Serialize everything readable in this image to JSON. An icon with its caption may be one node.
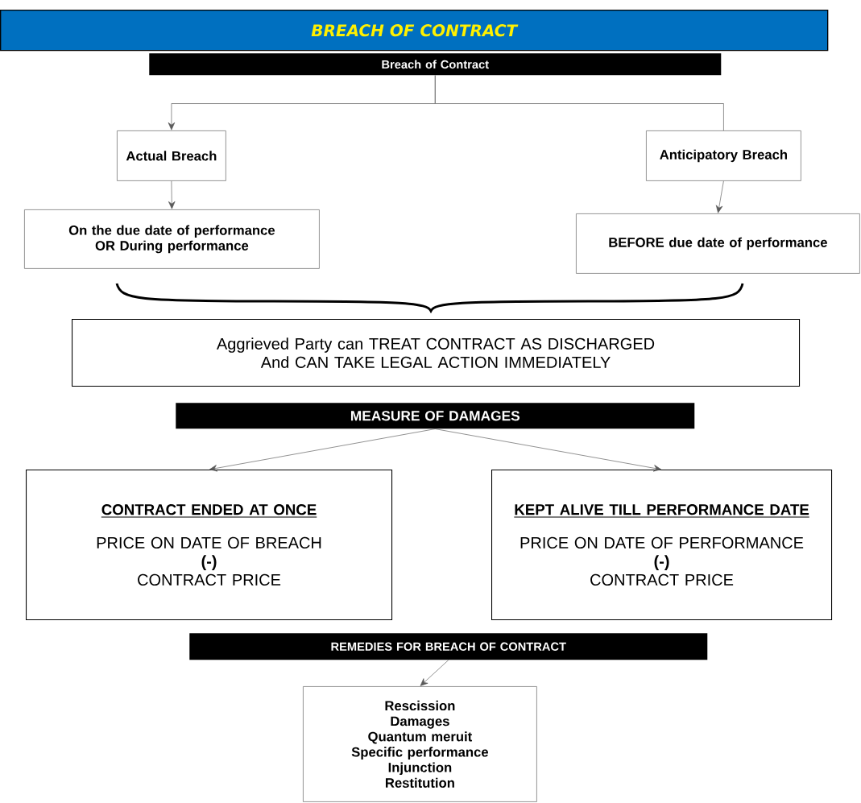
{
  "diagram": {
    "title": "BREACH OF CONTRACT",
    "nodes": [
      {
        "text": [
          "Breach of Contract"
        ]
      },
      {
        "text": [
          "Actual Breach"
        ]
      },
      {
        "text": [
          "Anticipatory Breach"
        ]
      },
      {
        "text": [
          "On the due date of performance OR During performance"
        ]
      },
      {
        "text": [
          "BEFORE due date of performance"
        ]
      },
      {
        "text": [
          "Aggrieved Party can TREAT CONTRACT AS DISCHARGED And CAN TAKE LEGAL ACTION IMMEDIATELY"
        ]
      },
      {
        "text": [
          "MEASURE OF DAMAGES"
        ]
      },
      {
        "text": [
          "CONTRACT ENDED AT ONCE",
          "PRICE ON DATE OF BREACH",
          "(-)",
          "CONTRACT PRICE"
        ]
      },
      {
        "text": [
          "KEPT ALIVE TILL PERFORMANCE DATE",
          "PRICE ON DATE OF PERFORMANCE",
          "(-)",
          "CONTRACT PRICE"
        ]
      },
      {
        "text": [
          "REMEDIES FOR BREACH OF CONTRACT"
        ]
      },
      {
        "text": [
          "Rescission",
          "Damages",
          "Quantum meruit",
          "Specific performance",
          "Injunction",
          "Restitution"
        ]
      }
    ],
    "edges": [
      {
        "from": 0,
        "to": 1,
        "arrow": "to"
      },
      {
        "from": 0,
        "to": 2,
        "arrow": "none"
      },
      {
        "from": 1,
        "to": 3,
        "arrow": "to"
      },
      {
        "from": 2,
        "to": 4,
        "arrow": "to"
      },
      {
        "from": 6,
        "to": 7,
        "arrow": "to"
      },
      {
        "from": 6,
        "to": 8,
        "arrow": "to"
      },
      {
        "from": 9,
        "to": 10,
        "arrow": "to"
      }
    ]
  }
}
